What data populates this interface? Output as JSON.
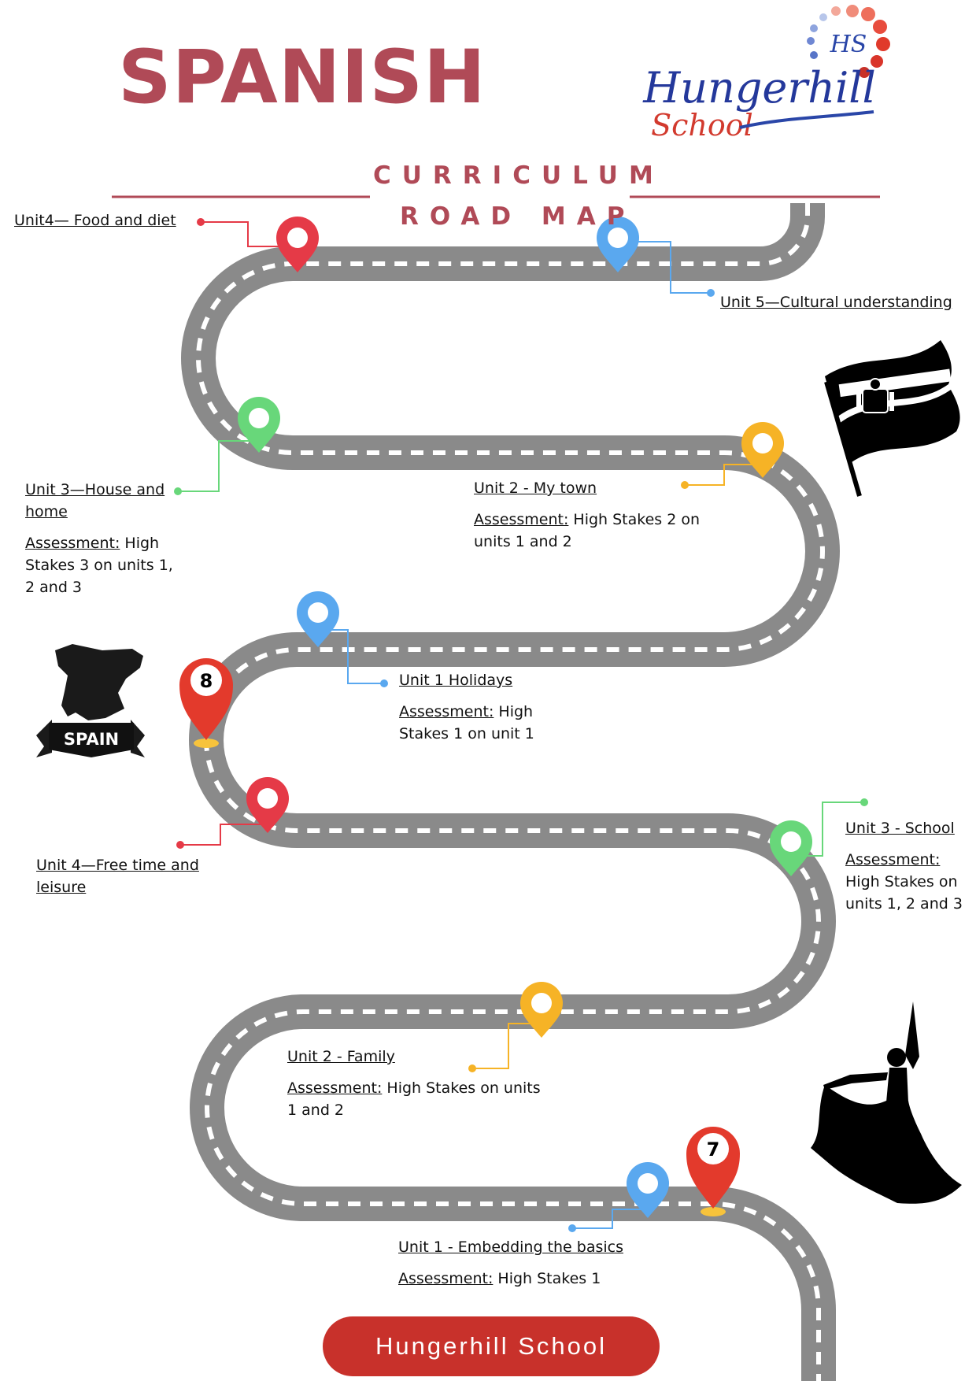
{
  "header": {
    "title": "SPANISH",
    "subtitle_line1": "CURRICULUM",
    "subtitle_line2": "ROAD MAP"
  },
  "logo": {
    "monogram": "HS",
    "name": "Hungerhill",
    "word": "School"
  },
  "milestones": [
    {
      "id": "y8-unit4",
      "unit": "Unit4— Food and diet",
      "marker_color": "#e53a47"
    },
    {
      "id": "y8-unit5",
      "unit": "Unit 5—Cultural understanding",
      "marker_color": "#5aa8ef"
    },
    {
      "id": "y8-unit3",
      "unit": "Unit 3—House and home",
      "assessment_head": "Assessment:",
      "assessment_text": "  High Stakes 3  on units 1, 2 and 3",
      "marker_color": "#68d77a"
    },
    {
      "id": "y8-unit2",
      "unit": "Unit 2 - My town",
      "assessment_head": "Assessment:",
      "assessment_text": " High Stakes 2 on units 1 and 2",
      "marker_color": "#f6b326"
    },
    {
      "id": "y8-unit1",
      "unit": "Unit 1 Holidays",
      "assessment_head": "Assessment:",
      "assessment_text": " High Stakes 1 on unit 1",
      "marker_color": "#5aa8ef"
    },
    {
      "id": "y7-unit4",
      "unit": "Unit 4—Free time and leisure",
      "marker_color": "#e53a47"
    },
    {
      "id": "y7-unit3",
      "unit": "Unit 3 - School",
      "assessment_head": "Assessment:",
      "assessment_text": " High Stakes  on units 1, 2 and 3",
      "marker_color": "#68d77a"
    },
    {
      "id": "y7-unit2",
      "unit": "Unit 2 - Family",
      "assessment_head": "Assessment:",
      "assessment_text": " High Stakes  on units 1 and 2",
      "marker_color": "#f6b326"
    },
    {
      "id": "y7-unit1",
      "unit": "Unit 1 - Embedding the basics",
      "assessment_head": "Assessment:",
      "assessment_text": " High Stakes 1",
      "marker_color": "#5aa8ef"
    }
  ],
  "year_markers": [
    {
      "id": "year-8",
      "number": "8"
    },
    {
      "id": "year-7",
      "number": "7"
    }
  ],
  "spain_map": {
    "label": "SPAIN"
  },
  "footer": {
    "button_label": "Hungerhill School"
  },
  "colors": {
    "title": "#b04a57",
    "road": "#8a8a8a",
    "road_marking": "#ffffff",
    "year_pin": "#e33a2c",
    "year_pin_base": "#f7c33c",
    "footer_button": "#c8312b"
  }
}
